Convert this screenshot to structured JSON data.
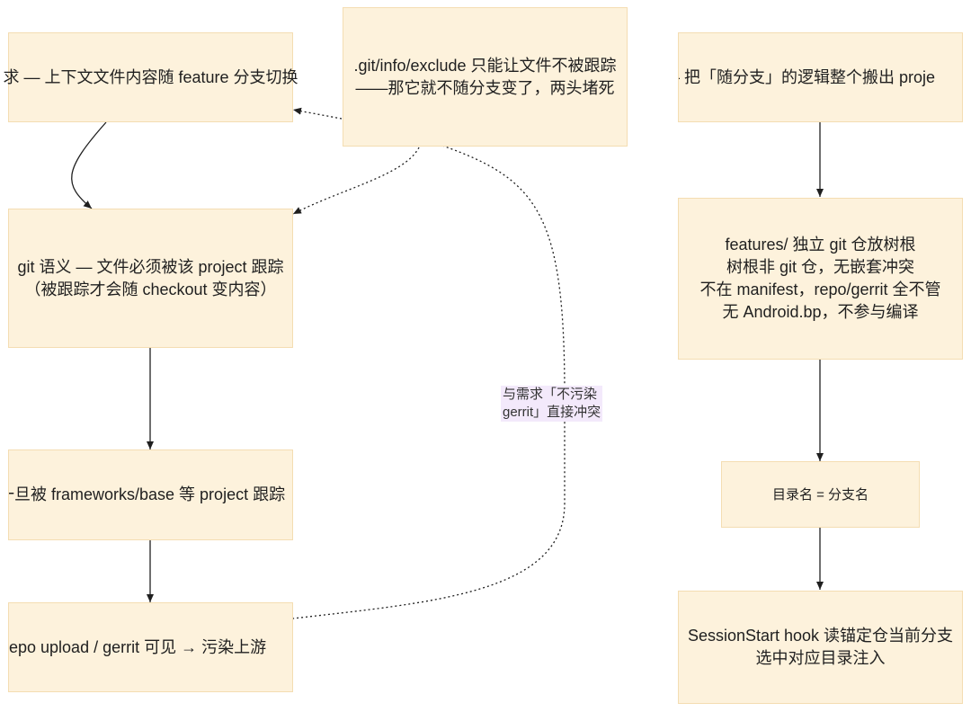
{
  "colors": {
    "node_fill": "#fdf2dc",
    "node_border": "#f4ddb2",
    "edge": "#1f1f1f",
    "edge_label_bg": "#f3e9fb"
  },
  "nodes": {
    "requirement": {
      "line1": "求 — 上下文文件内容随 feature 分支切换"
    },
    "exclude": {
      "line1": ".git/info/exclude 只能让文件不被跟踪",
      "line2": "——那它就不随分支变了，两头堵死"
    },
    "breakthrough": {
      "line1": "破局 — 把「随分支」的逻辑整个搬出 proje"
    },
    "git_semantics": {
      "line1": "git 语义 — 文件必须被该 project 跟踪",
      "line2": "（被跟踪才会随 checkout 变内容）"
    },
    "features_repo": {
      "line1": "features/ 独立 git 仓放树根",
      "line2": "树根非 git 仓，无嵌套冲突",
      "line3": "不在 manifest，repo/gerrit 全不管",
      "line4": "无 Android.bp，不参与编译"
    },
    "tracked_by_base": {
      "line1": "一旦被 frameworks/base 等 project 跟踪"
    },
    "dir_equals_branch": {
      "line1": "目录名 = 分支名"
    },
    "upstream_pollution": {
      "line1": "repo upload / gerrit 可见 → 污染上游"
    },
    "session_hook": {
      "line1": "SessionStart hook 读锚定仓当前分支",
      "line2": "选中对应目录注入"
    }
  },
  "edge_labels": {
    "conflict": {
      "line1": "与需求「不污染",
      "line2": "gerrit」直接冲突"
    }
  }
}
